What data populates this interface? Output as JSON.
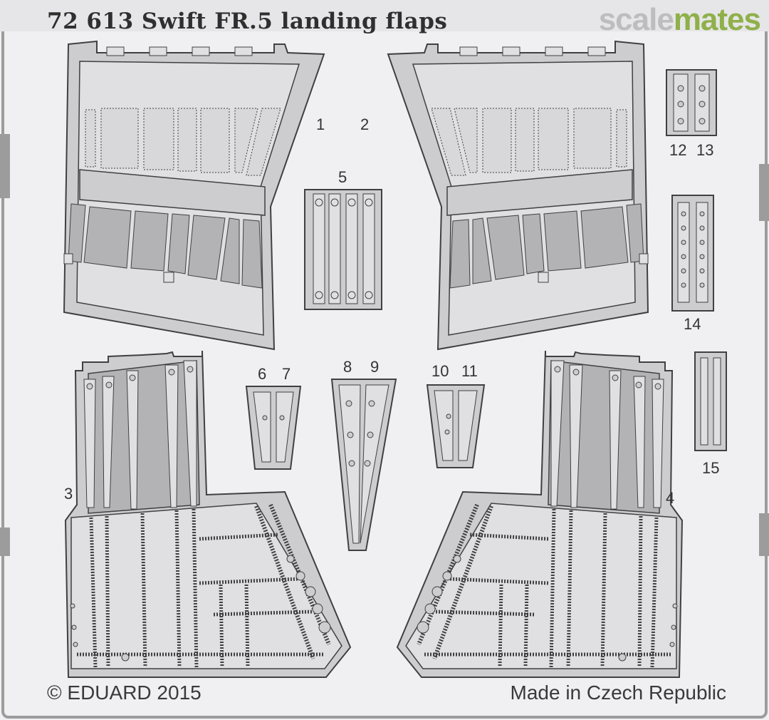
{
  "sheet": {
    "title": "72 613  Swift FR.5 landing flaps",
    "watermark": {
      "part1": "scale",
      "part2": "mates"
    },
    "copyright": "© EDUARD 2015",
    "origin": "Made in Czech Republic"
  },
  "part_numbers": [
    "1",
    "2",
    "3",
    "4",
    "5",
    "6",
    "7",
    "8",
    "9",
    "10",
    "11",
    "12",
    "13",
    "14",
    "15"
  ],
  "colors": {
    "background": "#f0f0f2",
    "fret_frame": "#9c9c9c",
    "etched_part": "#cdcdcf",
    "recessed_area": "#b3b3b5",
    "outline": "#404040",
    "watermark_gray": "#bdbdbd",
    "watermark_green": "#8fb04a"
  }
}
